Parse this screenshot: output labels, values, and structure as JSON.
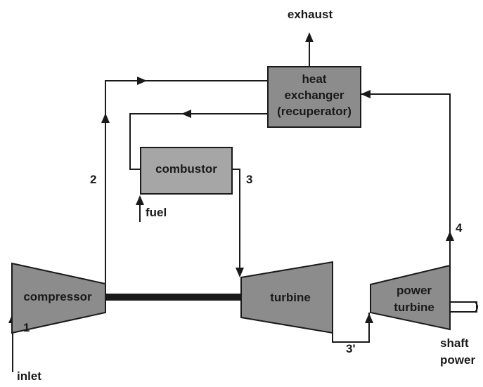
{
  "diagram": {
    "components": {
      "compressor": "compressor",
      "turbine": "turbine",
      "combustor": "combustor",
      "heat_exchanger_line1": "heat",
      "heat_exchanger_line2": "exchanger",
      "heat_exchanger_line3": "(recuperator)",
      "power_turbine_line1": "power",
      "power_turbine_line2": "turbine"
    },
    "labels": {
      "exhaust": "exhaust",
      "fuel": "fuel",
      "inlet": "inlet",
      "shaft_power_line1": "shaft",
      "shaft_power_line2": "power"
    },
    "states": {
      "s1": "1",
      "s2": "2",
      "s3": "3",
      "s3p": "3'",
      "s4": "4"
    },
    "colors": {
      "component_fill": "#8c8c8c",
      "line": "#1a1a1a",
      "shaft": "#1a1a1a"
    }
  }
}
